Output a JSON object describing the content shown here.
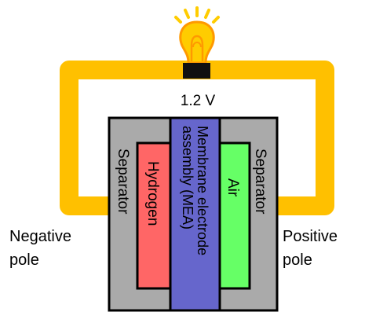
{
  "voltage_label": "1.2 V",
  "poles": {
    "negative_line1": "Negative",
    "negative_line2": "pole",
    "positive_line1": "Positive",
    "positive_line2": "pole"
  },
  "layers": {
    "left_separator": "Separator",
    "hydrogen": "Hydrogen",
    "mea_line1": "Membrane electrode",
    "mea_line2": "assembly (MEA)",
    "air": "Air",
    "right_separator": "Separator"
  },
  "colors": {
    "wire": "#ffc000",
    "separator": "#aaaaaa",
    "hydrogen": "#ff6666",
    "mea": "#6666cc",
    "air": "#66ff66",
    "bulb_glass": "#ffcc00",
    "bulb_glow": "#ff9900",
    "bulb_base": "#111111",
    "outline": "#000000"
  },
  "icons": {
    "bulb": "light-bulb-icon"
  }
}
